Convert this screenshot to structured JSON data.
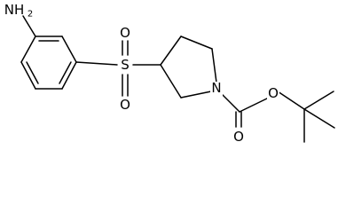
{
  "structure": {
    "atom_labels": {
      "amine": "NH",
      "amine_subscript": "2",
      "sulfur": "S",
      "sulfonyl_oxygen_top": "O",
      "sulfonyl_oxygen_bottom": "O",
      "ring_nitrogen": "N",
      "carbonyl_oxygen": "O",
      "ester_oxygen": "O"
    },
    "colors": {
      "bond": "#000000",
      "label": "#000000",
      "background": "#ffffff"
    }
  }
}
